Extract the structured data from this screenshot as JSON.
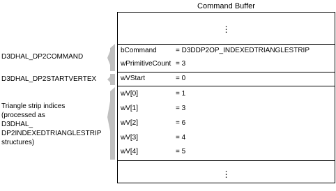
{
  "title": "Command Buffer",
  "left_labels": {
    "command": "D3DHAL_DP2COMMAND",
    "startvertex": "D3DHAL_DP2STARTVERTEX",
    "indices": [
      "Triangle strip indices",
      "(processed as",
      "D3DHAL_",
      "DP2INDEXEDTRIANGLESTRIP",
      "structures)"
    ]
  },
  "ellipsis": "⋮",
  "command_rows": [
    {
      "field": "bCommand",
      "value": "= D3DDP2OP_INDEXEDTRIANGLESTRIP"
    },
    {
      "field": "wPrimitiveCount",
      "value": "= 3"
    }
  ],
  "startvertex_row": {
    "field": "wVStart",
    "value": "= 0"
  },
  "index_rows": [
    {
      "field": "wV[0]",
      "value": "= 1"
    },
    {
      "field": "wV[1]",
      "value": "= 3"
    },
    {
      "field": "wV[2]",
      "value": "= 6"
    },
    {
      "field": "wV[3]",
      "value": "= 4"
    },
    {
      "field": "wV[4]",
      "value": "= 5"
    }
  ],
  "colors": {
    "brace": "#c0c0c0",
    "line": "#000000"
  }
}
